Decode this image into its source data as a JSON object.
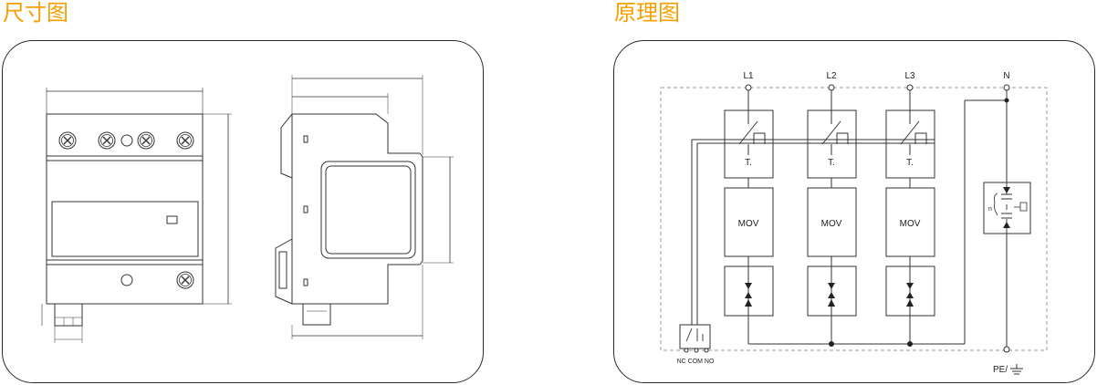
{
  "headings": {
    "dimension_drawing": "尺寸图",
    "schematic_diagram": "原理图"
  },
  "colors": {
    "heading": "#f5a000",
    "line": "#333333",
    "dashed_boundary": "#9a9a9a"
  },
  "schematic": {
    "terminals_top": [
      "L1",
      "L2",
      "L3",
      "N"
    ],
    "module_labels": {
      "thermal": "T.",
      "varistor": "MOV"
    },
    "remote_contacts": "NC COM NO",
    "ground_label": "PE/",
    "gdt_label": "n"
  },
  "icons": {
    "ground": "ground-icon",
    "terminal_screw": "screw-terminal-icon"
  }
}
